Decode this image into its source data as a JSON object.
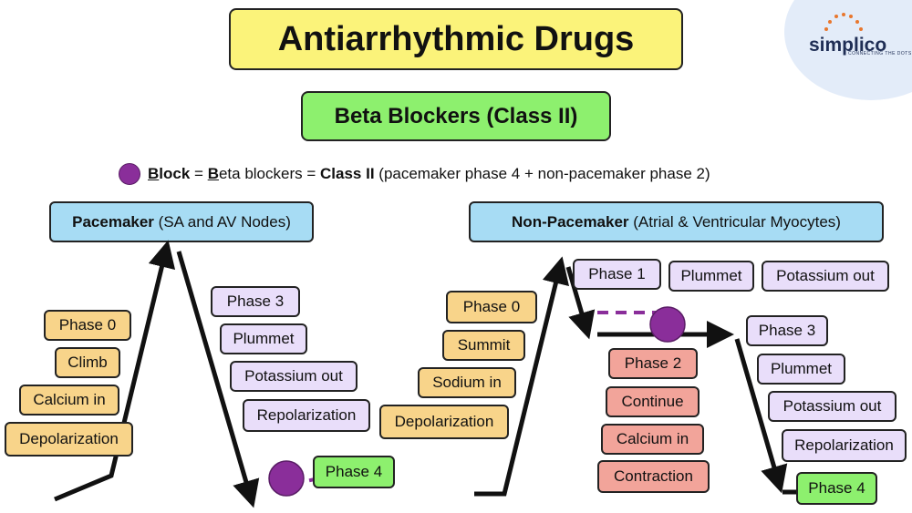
{
  "title": "Antiarrhythmic Drugs",
  "subtitle": "Beta Blockers (Class II)",
  "logo": {
    "name": "simplico",
    "tagline": "CONNECTING THE DOTS"
  },
  "legend": {
    "block": "Block",
    "eq1": " = ",
    "beta": "Beta blockers",
    "eq2": " = ",
    "class": "Class II",
    "detail": " (pacemaker phase 4 + non-pacemaker phase 2)"
  },
  "pacemaker": {
    "header_bold": "Pacemaker",
    "header_rest": " (SA and AV Nodes)",
    "phase0": [
      "Phase 0",
      "Climb",
      "Calcium in",
      "Depolarization"
    ],
    "phase3": [
      "Phase 3",
      "Plummet",
      "Potassium out",
      "Repolarization"
    ],
    "phase4": "Phase 4"
  },
  "nonpacemaker": {
    "header_bold": "Non-Pacemaker",
    "header_rest": " (Atrial & Ventricular Myocytes)",
    "phase0": [
      "Phase 0",
      "Summit",
      "Sodium in",
      "Depolarization"
    ],
    "phase1": [
      "Phase 1",
      "Plummet",
      "Potassium out"
    ],
    "phase2": [
      "Phase 2",
      "Continue",
      "Calcium in",
      "Contraction"
    ],
    "phase3": [
      "Phase 3",
      "Plummet",
      "Potassium out",
      "Repolarization"
    ],
    "phase4": "Phase 4"
  },
  "colors": {
    "phase0": "#f8d48a",
    "phase3": "#e9defa",
    "phase2": "#f2a49a",
    "phase4": "#8df06e",
    "header": "#a7dcf4",
    "block": "#8a2e9a"
  }
}
